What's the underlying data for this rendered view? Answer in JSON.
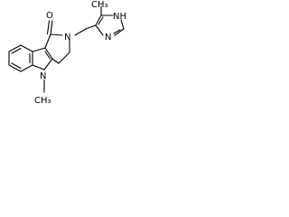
{
  "molecule": {
    "atoms": {
      "carbonyl_oxygen": "O",
      "amide_nitrogen": "N",
      "indole_nitrogen": "N",
      "indole_n_methyl": "CH₃",
      "imidazole_nh": "NH",
      "imidazole_n": "N",
      "imidazole_methyl": "CH₃"
    }
  }
}
